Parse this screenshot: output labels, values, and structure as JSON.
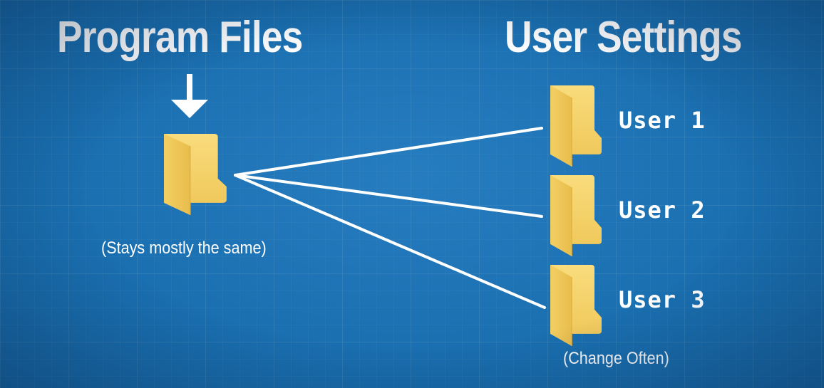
{
  "left": {
    "title": "Program Files",
    "caption": "(Stays mostly the same)"
  },
  "right": {
    "title": "User Settings",
    "users": [
      "User 1",
      "User 2",
      "User 3"
    ],
    "caption": "(Change Often)"
  },
  "colors": {
    "background": "#1a6fb0",
    "folder": "#f7d774",
    "text": "#ffffff"
  },
  "icons": [
    "arrow-down-icon",
    "folder-icon"
  ]
}
